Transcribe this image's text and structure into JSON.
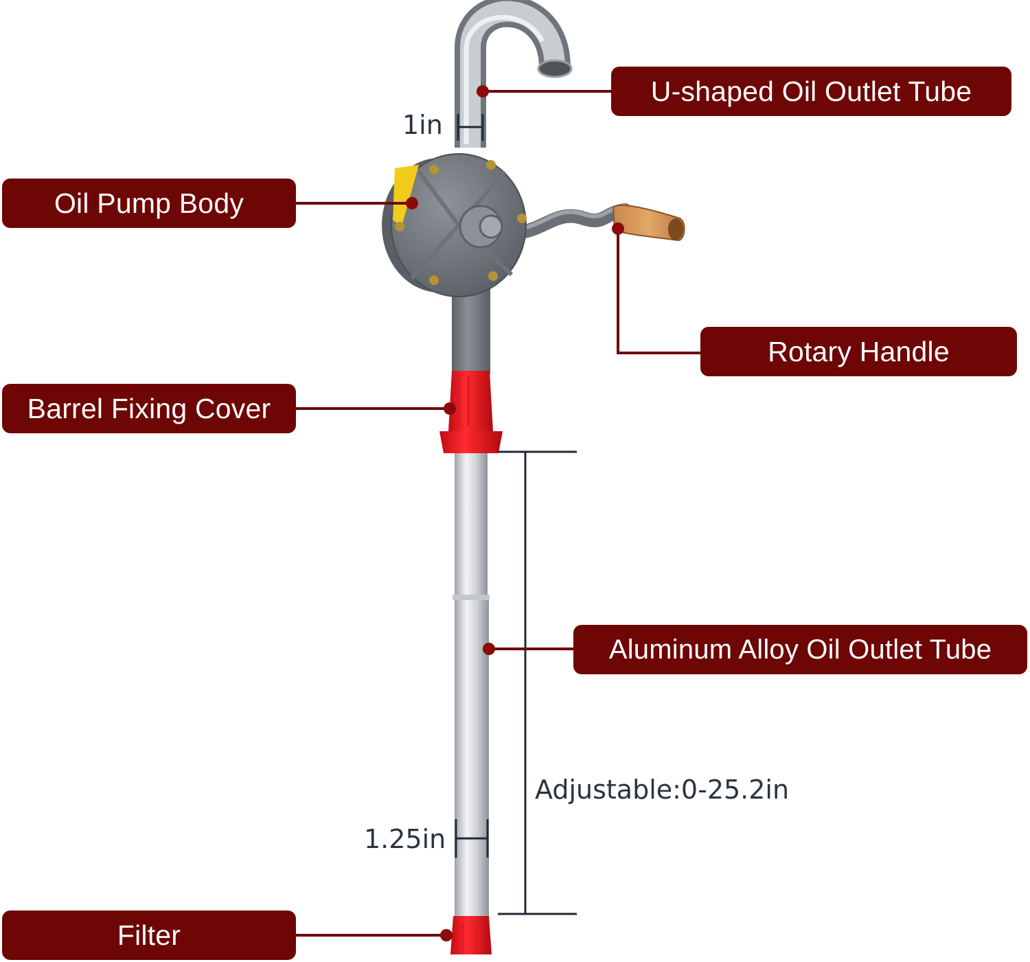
{
  "colors": {
    "label_bg": "#6e0606",
    "leader": "#6e0606",
    "dimension_line": "#1f2a36"
  },
  "labels": {
    "outlet_tube_u": "U-shaped Oil Outlet Tube",
    "pump_body": "Oil Pump Body",
    "rotary_handle": "Rotary Handle",
    "barrel_cover": "Barrel Fixing Cover",
    "aluminum_tube": "Aluminum Alloy Oil Outlet Tube",
    "filter": "Filter"
  },
  "dimensions": {
    "top_tube_diameter": "1in",
    "lower_tube_diameter": "1.25in",
    "adjustable_length": "Adjustable:0-25.2in"
  }
}
